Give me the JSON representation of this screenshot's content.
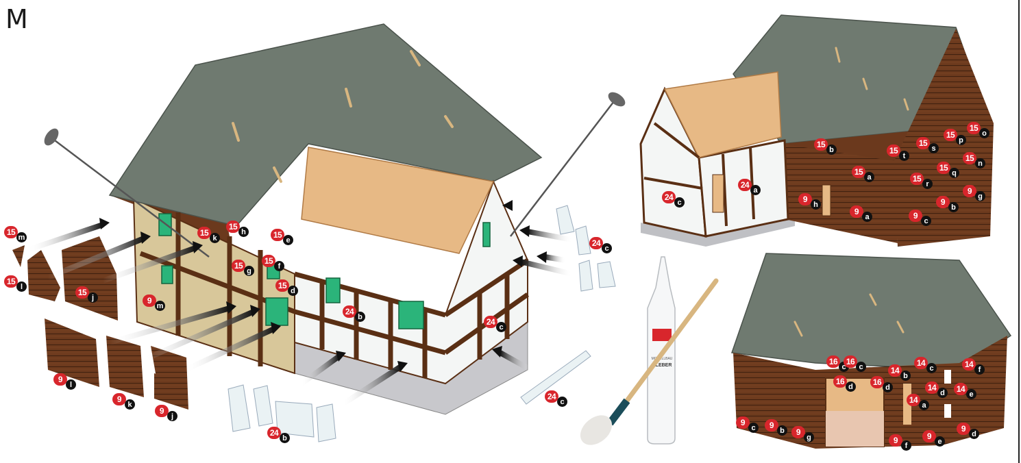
{
  "page_letter": "M",
  "glue_bottle_label": [
    "MODELLBAU",
    "KLEBER"
  ],
  "colors": {
    "callout_red": "#d8262c",
    "callout_black": "#111111",
    "wood": "#6b3a1f",
    "roof": "#6f7a70",
    "window": "#2bb47a"
  },
  "callouts": [
    {
      "n": "15",
      "l": "m"
    },
    {
      "n": "15",
      "l": "l"
    },
    {
      "n": "15",
      "l": "j"
    },
    {
      "n": "15",
      "l": "k"
    },
    {
      "n": "15",
      "l": "h"
    },
    {
      "n": "15",
      "l": "e"
    },
    {
      "n": "15",
      "l": "g"
    },
    {
      "n": "15",
      "l": "f"
    },
    {
      "n": "15",
      "l": "d"
    },
    {
      "n": "9",
      "l": "m"
    },
    {
      "n": "9",
      "l": "l"
    },
    {
      "n": "9",
      "l": "k"
    },
    {
      "n": "9",
      "l": "j"
    },
    {
      "n": "24",
      "l": "b"
    },
    {
      "n": "24",
      "l": "c"
    },
    {
      "n": "24",
      "l": "c"
    },
    {
      "n": "24",
      "l": "b"
    },
    {
      "n": "24",
      "l": "c"
    },
    {
      "n": "24",
      "l": "c"
    },
    {
      "n": "24",
      "l": "a"
    },
    {
      "n": "15",
      "l": "b"
    },
    {
      "n": "15",
      "l": "a"
    },
    {
      "n": "9",
      "l": "h"
    },
    {
      "n": "9",
      "l": "a"
    },
    {
      "n": "15",
      "l": "t"
    },
    {
      "n": "15",
      "l": "s"
    },
    {
      "n": "15",
      "l": "p"
    },
    {
      "n": "15",
      "l": "o"
    },
    {
      "n": "15",
      "l": "n"
    },
    {
      "n": "15",
      "l": "q"
    },
    {
      "n": "15",
      "l": "r"
    },
    {
      "n": "9",
      "l": "g"
    },
    {
      "n": "9",
      "l": "b"
    },
    {
      "n": "9",
      "l": "c"
    },
    {
      "n": "16",
      "l": "c"
    },
    {
      "n": "16",
      "l": "c"
    },
    {
      "n": "14",
      "l": "b"
    },
    {
      "n": "14",
      "l": "c"
    },
    {
      "n": "14",
      "l": "f"
    },
    {
      "n": "16",
      "l": "d"
    },
    {
      "n": "16",
      "l": "d"
    },
    {
      "n": "14",
      "l": "d"
    },
    {
      "n": "14",
      "l": "e"
    },
    {
      "n": "14",
      "l": "a"
    },
    {
      "n": "9",
      "l": "c"
    },
    {
      "n": "9",
      "l": "b"
    },
    {
      "n": "9",
      "l": "g"
    },
    {
      "n": "9",
      "l": "f"
    },
    {
      "n": "9",
      "l": "e"
    },
    {
      "n": "9",
      "l": "d"
    }
  ]
}
